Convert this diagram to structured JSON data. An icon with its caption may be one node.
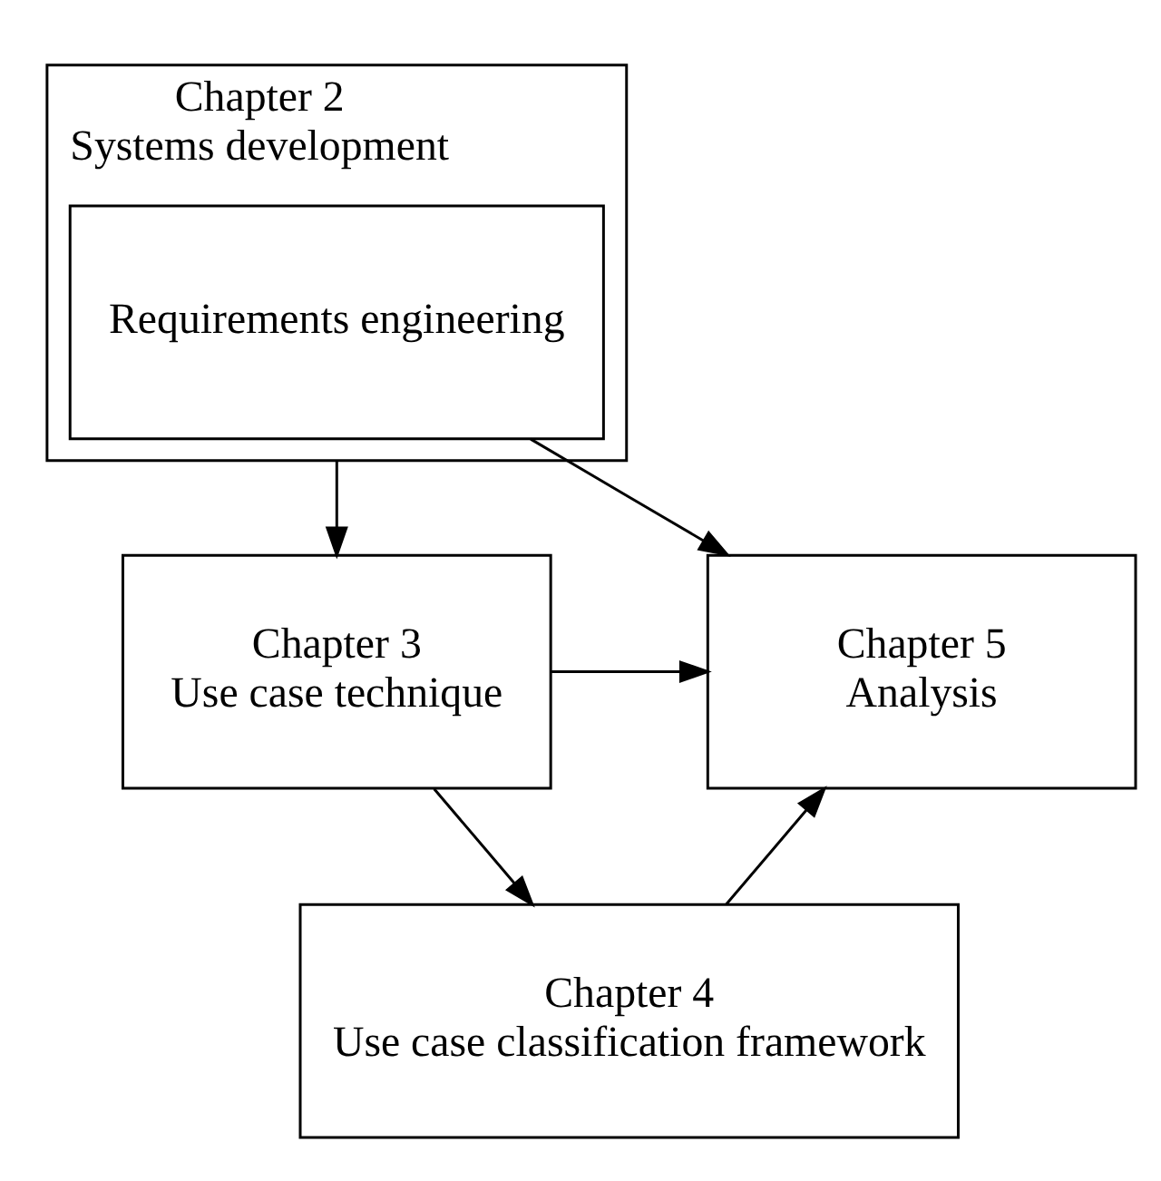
{
  "diagram": {
    "nodes": [
      {
        "text": [
          "Chapter 2",
          "Systems development"
        ]
      },
      {
        "text": [
          "Requirements engineering"
        ],
        "in": 0
      },
      {
        "text": [
          "Chapter 3",
          "Use case technique"
        ]
      },
      {
        "text": [
          "Chapter 4",
          "Use case classification framework"
        ]
      },
      {
        "text": [
          "Chapter 5",
          "Analysis"
        ]
      }
    ],
    "edges": [
      {
        "from": 0,
        "to": 2,
        "arrow": "to"
      },
      {
        "from": 2,
        "to": 3,
        "arrow": "to"
      },
      {
        "from": 1,
        "to": 4,
        "arrow": "to"
      },
      {
        "from": 2,
        "to": 4,
        "arrow": "to"
      },
      {
        "from": 3,
        "to": 4,
        "arrow": "to"
      }
    ]
  }
}
